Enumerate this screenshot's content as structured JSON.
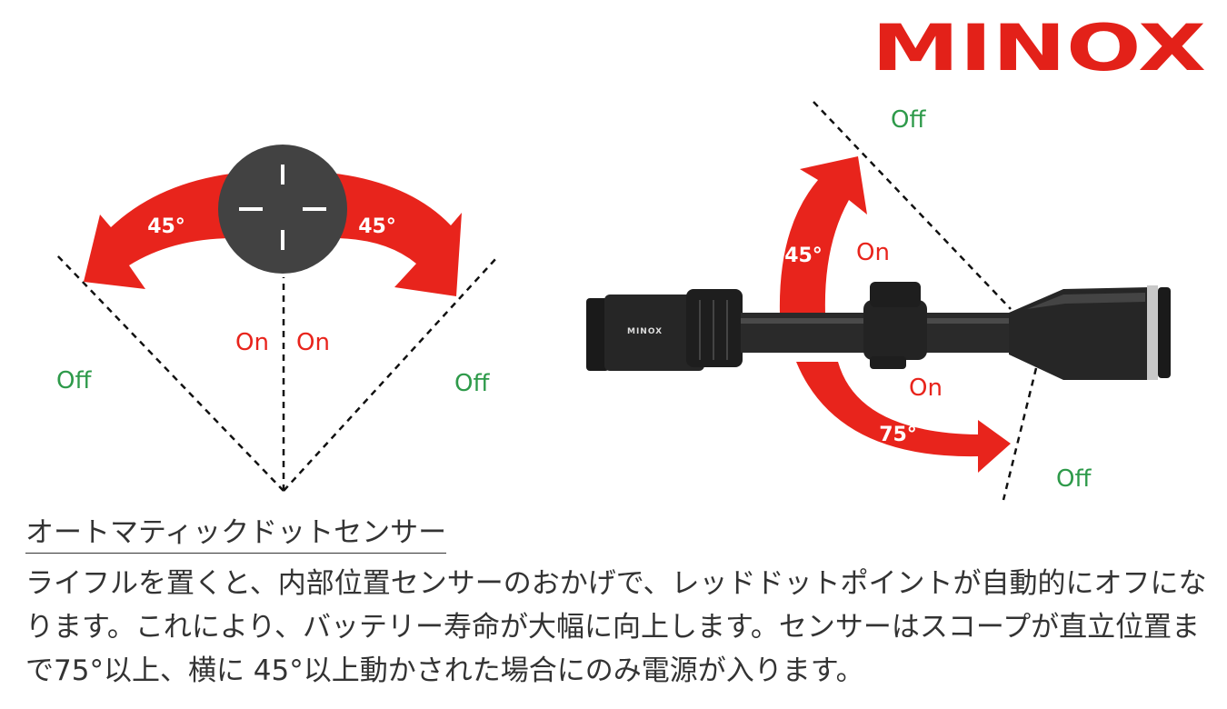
{
  "logo": "MINOX",
  "left_diagram": {
    "left_angle": "45°",
    "right_angle": "45°",
    "on_left": "On",
    "on_right": "On",
    "off_left": "Off",
    "off_right": "Off"
  },
  "right_diagram": {
    "off_top": "Off",
    "on_upper": "On",
    "angle_upper": "45°",
    "on_lower": "On",
    "angle_lower": "75°",
    "off_bottom": "Off",
    "scope_brand": "MINOX"
  },
  "heading": "オートマティックドットセンサー",
  "body": "ライフルを置くと、内部位置センサーのおかげで、レッドドットポイントが自動的にオフになります。これにより、バッテリー寿命が大幅に向上します。センサーはスコープが直立位置まで75°以上、横に 45°以上動かされた場合にのみ電源が入ります。",
  "colors": {
    "brand_red": "#e32119",
    "on_red": "#e8241c",
    "off_green": "#2e9a4a"
  }
}
